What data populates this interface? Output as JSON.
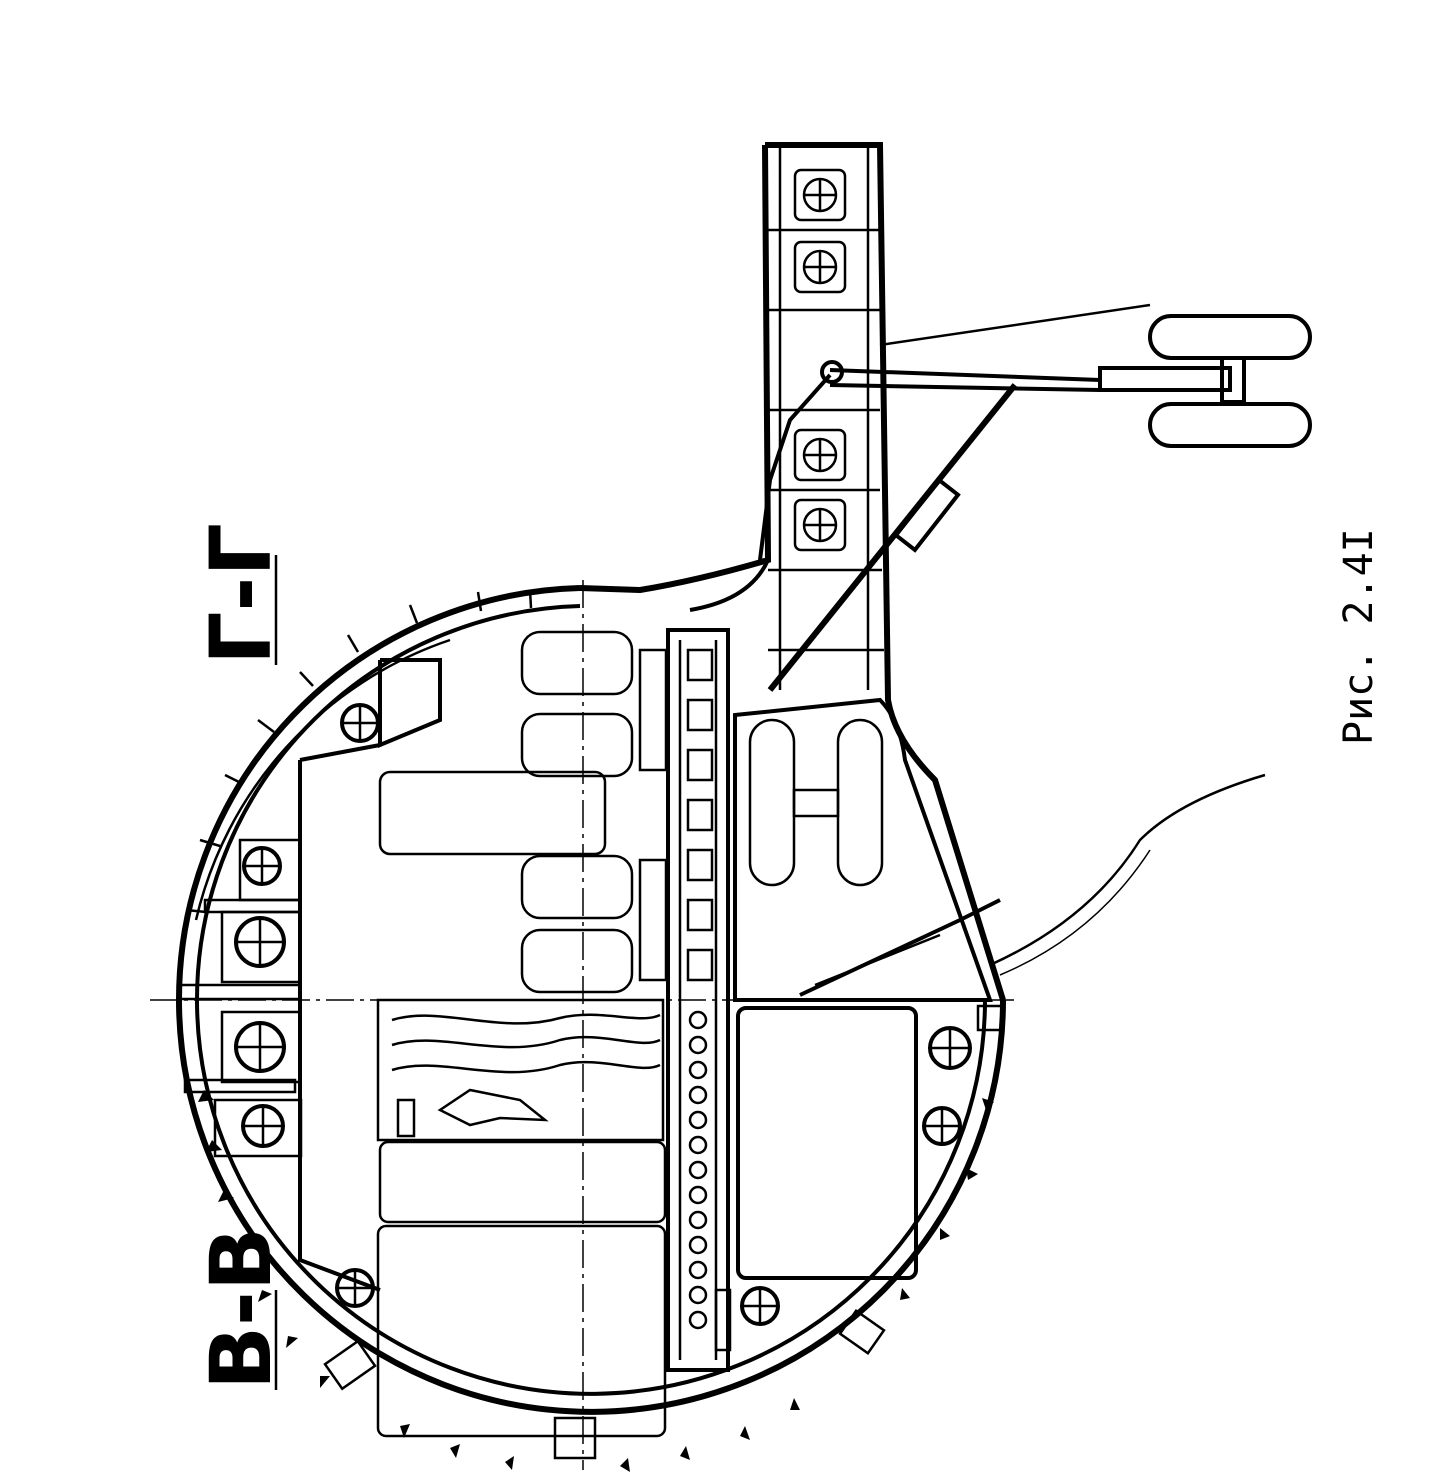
{
  "labels": {
    "section_bb": "B-B",
    "section_gg": "Г-Г",
    "caption": "Рис. 2.4I"
  },
  "colors": {
    "ink": "#000000",
    "paper": "#ffffff"
  }
}
